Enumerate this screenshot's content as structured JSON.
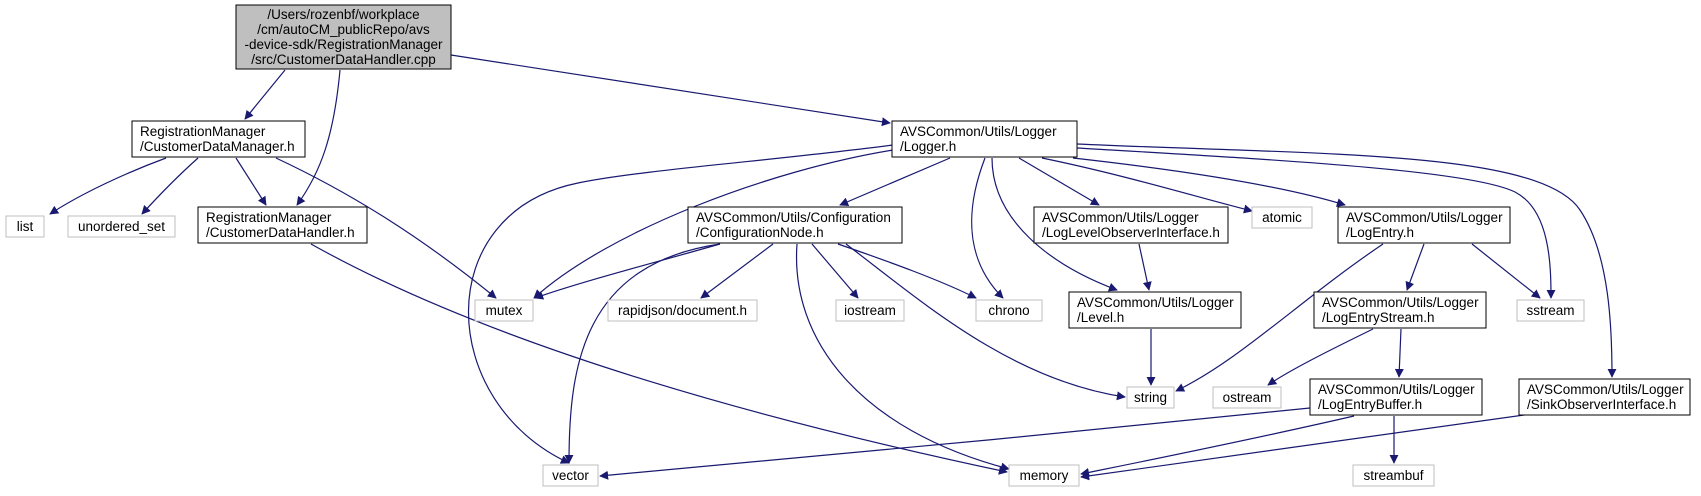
{
  "diagram": {
    "colors": {
      "edge": "#191970",
      "root_fill": "#bfbfbf",
      "root_stroke": "#000000",
      "header_stroke": "#000000",
      "external_stroke": "#bfbfbf",
      "text": "#000000"
    },
    "nodes": [
      {
        "id": "root",
        "kind": "root",
        "lines": [
          "/Users/rozenbf/workplace",
          "/cm/autoCM_publicRepo/avs",
          "-device-sdk/RegistrationManager",
          "/src/CustomerDataHandler.cpp"
        ]
      },
      {
        "id": "cdm",
        "kind": "header",
        "lines": [
          "RegistrationManager",
          "/CustomerDataManager.h"
        ]
      },
      {
        "id": "logger",
        "kind": "header",
        "lines": [
          "AVSCommon/Utils/Logger",
          "/Logger.h"
        ]
      },
      {
        "id": "list",
        "kind": "external",
        "lines": [
          "list"
        ]
      },
      {
        "id": "unordered_set",
        "kind": "external",
        "lines": [
          "unordered_set"
        ]
      },
      {
        "id": "cdh",
        "kind": "header",
        "lines": [
          "RegistrationManager",
          "/CustomerDataHandler.h"
        ]
      },
      {
        "id": "mutex",
        "kind": "external",
        "lines": [
          "mutex"
        ]
      },
      {
        "id": "confnode",
        "kind": "header",
        "lines": [
          "AVSCommon/Utils/Configuration",
          "/ConfigurationNode.h"
        ]
      },
      {
        "id": "rapidjson",
        "kind": "external",
        "lines": [
          "rapidjson/document.h"
        ]
      },
      {
        "id": "iostream",
        "kind": "external",
        "lines": [
          "iostream"
        ]
      },
      {
        "id": "chrono",
        "kind": "external",
        "lines": [
          "chrono"
        ]
      },
      {
        "id": "loglevelobs",
        "kind": "header",
        "lines": [
          "AVSCommon/Utils/Logger",
          "/LogLevelObserverInterface.h"
        ]
      },
      {
        "id": "atomic",
        "kind": "external",
        "lines": [
          "atomic"
        ]
      },
      {
        "id": "logentry",
        "kind": "header",
        "lines": [
          "AVSCommon/Utils/Logger",
          "/LogEntry.h"
        ]
      },
      {
        "id": "sstream",
        "kind": "external",
        "lines": [
          "sstream"
        ]
      },
      {
        "id": "level",
        "kind": "header",
        "lines": [
          "AVSCommon/Utils/Logger",
          "/Level.h"
        ]
      },
      {
        "id": "logentrystream",
        "kind": "header",
        "lines": [
          "AVSCommon/Utils/Logger",
          "/LogEntryStream.h"
        ]
      },
      {
        "id": "string",
        "kind": "external",
        "lines": [
          "string"
        ]
      },
      {
        "id": "ostream",
        "kind": "external",
        "lines": [
          "ostream"
        ]
      },
      {
        "id": "logentrybuffer",
        "kind": "header",
        "lines": [
          "AVSCommon/Utils/Logger",
          "/LogEntryBuffer.h"
        ]
      },
      {
        "id": "sinkobs",
        "kind": "header",
        "lines": [
          "AVSCommon/Utils/Logger",
          "/SinkObserverInterface.h"
        ]
      },
      {
        "id": "vector",
        "kind": "external",
        "lines": [
          "vector"
        ]
      },
      {
        "id": "memory",
        "kind": "external",
        "lines": [
          "memory"
        ]
      },
      {
        "id": "streambuf",
        "kind": "external",
        "lines": [
          "streambuf"
        ]
      }
    ],
    "edges": [
      {
        "from": "root",
        "to": "cdm"
      },
      {
        "from": "root",
        "to": "cdh"
      },
      {
        "from": "root",
        "to": "logger"
      },
      {
        "from": "cdm",
        "to": "list"
      },
      {
        "from": "cdm",
        "to": "unordered_set"
      },
      {
        "from": "cdm",
        "to": "cdh"
      },
      {
        "from": "cdm",
        "to": "mutex"
      },
      {
        "from": "cdh",
        "to": "memory"
      },
      {
        "from": "logger",
        "to": "vector"
      },
      {
        "from": "logger",
        "to": "mutex"
      },
      {
        "from": "logger",
        "to": "confnode"
      },
      {
        "from": "logger",
        "to": "chrono"
      },
      {
        "from": "logger",
        "to": "level"
      },
      {
        "from": "logger",
        "to": "loglevelobs"
      },
      {
        "from": "logger",
        "to": "atomic"
      },
      {
        "from": "logger",
        "to": "logentry"
      },
      {
        "from": "logger",
        "to": "sstream"
      },
      {
        "from": "logger",
        "to": "sinkobs"
      },
      {
        "from": "confnode",
        "to": "mutex"
      },
      {
        "from": "confnode",
        "to": "vector"
      },
      {
        "from": "confnode",
        "to": "rapidjson"
      },
      {
        "from": "confnode",
        "to": "iostream"
      },
      {
        "from": "confnode",
        "to": "chrono"
      },
      {
        "from": "confnode",
        "to": "string"
      },
      {
        "from": "confnode",
        "to": "memory"
      },
      {
        "from": "loglevelobs",
        "to": "level"
      },
      {
        "from": "level",
        "to": "string"
      },
      {
        "from": "logentry",
        "to": "string"
      },
      {
        "from": "logentry",
        "to": "logentrystream"
      },
      {
        "from": "logentry",
        "to": "sstream"
      },
      {
        "from": "logentrystream",
        "to": "ostream"
      },
      {
        "from": "logentrystream",
        "to": "logentrybuffer"
      },
      {
        "from": "logentrybuffer",
        "to": "vector"
      },
      {
        "from": "logentrybuffer",
        "to": "memory"
      },
      {
        "from": "logentrybuffer",
        "to": "streambuf"
      },
      {
        "from": "sinkobs",
        "to": "memory"
      }
    ]
  }
}
